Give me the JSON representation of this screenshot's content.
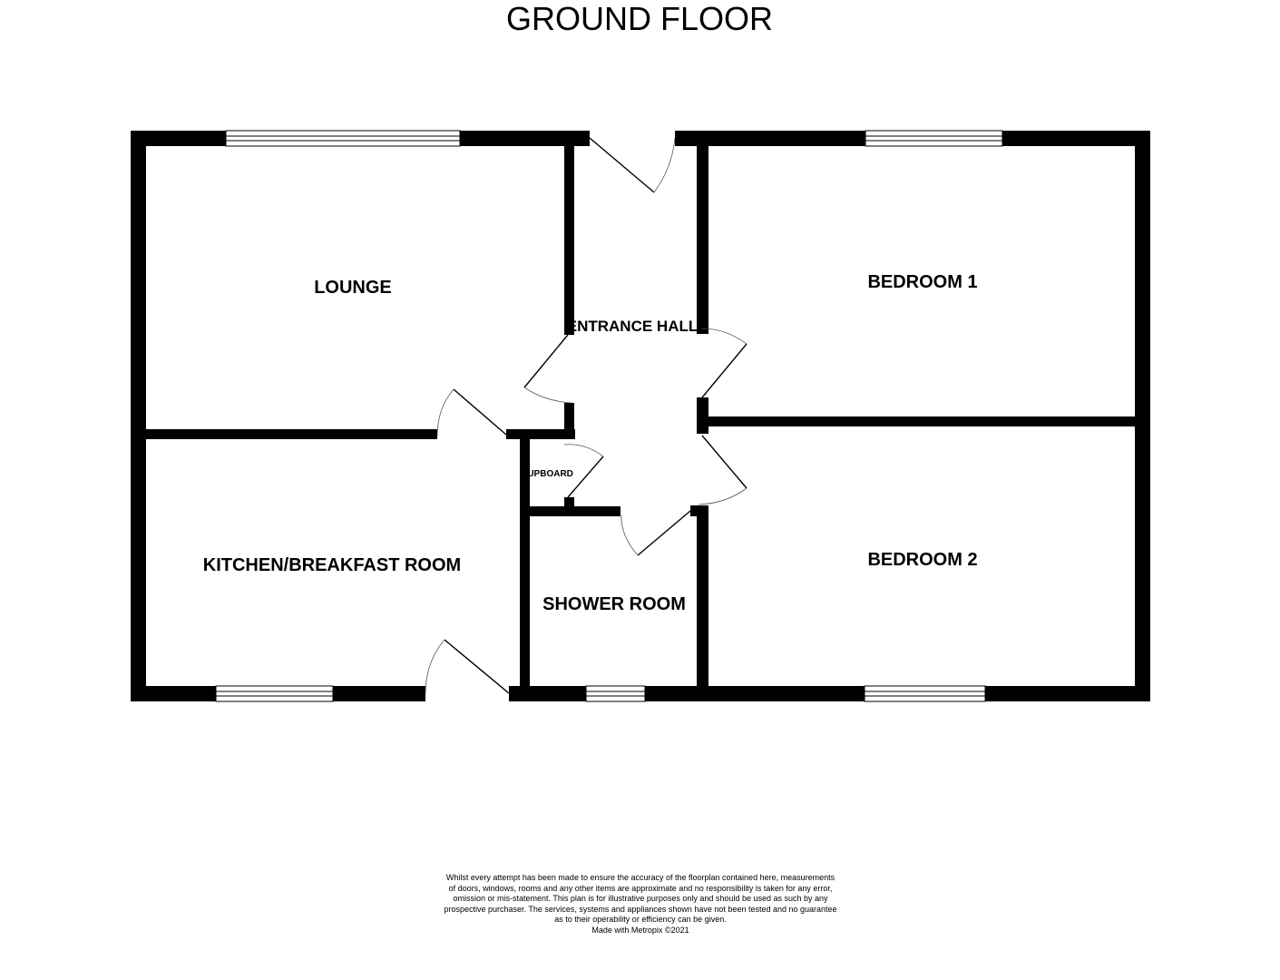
{
  "title": "GROUND FLOOR",
  "rooms": {
    "lounge": "LOUNGE",
    "entrance_hall": "ENTRANCE HALL",
    "bedroom1": "BEDROOM 1",
    "bedroom2": "BEDROOM 2",
    "kitchen": "KITCHEN/BREAKFAST ROOM",
    "cupboard": "CUPBOARD",
    "shower": "SHOWER ROOM"
  },
  "disclaimer": {
    "lines": [
      "Whilst every attempt has been made to ensure the accuracy of the floorplan contained here, measurements",
      "of doors, windows, rooms and any other items are approximate and no responsibility is taken for any error,",
      "omission or mis-statement. This plan is for illustrative purposes only and should be used as such by any",
      "prospective purchaser. The services, systems and appliances shown have not been tested and no guarantee",
      "as to their operability or efficiency can be given."
    ],
    "credit": "Made with Metropix ©2021"
  },
  "colors": {
    "wall": "#000000",
    "background": "#ffffff"
  }
}
